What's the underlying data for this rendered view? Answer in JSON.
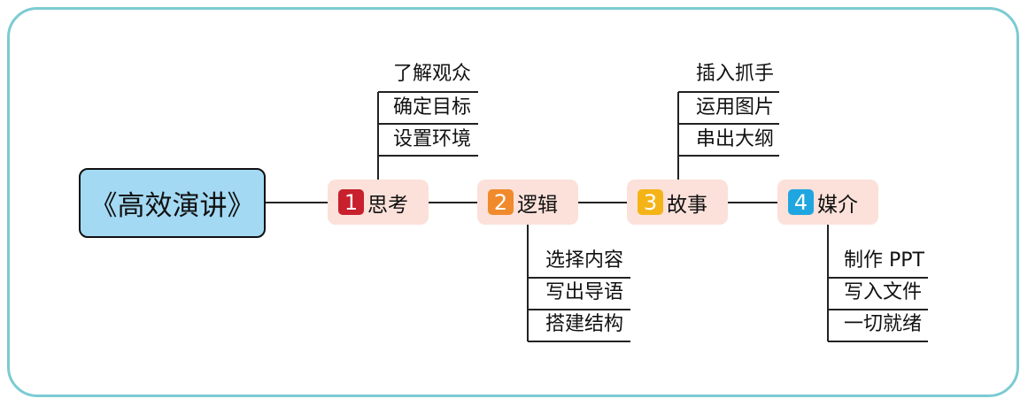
{
  "root": {
    "label": "《高效演讲》"
  },
  "nodes": [
    {
      "number": "1",
      "label": "思考",
      "badge_color": "#c8202c",
      "children": [
        "了解观众",
        "确定目标",
        "设置环境"
      ]
    },
    {
      "number": "2",
      "label": "逻辑",
      "badge_color": "#f08a2c",
      "children": [
        "选择内容",
        "写出导语",
        "搭建结构"
      ]
    },
    {
      "number": "3",
      "label": "故事",
      "badge_color": "#f4b418",
      "children": [
        "插入抓手",
        "运用图片",
        "串出大纲"
      ]
    },
    {
      "number": "4",
      "label": "媒介",
      "badge_color": "#1fa6e0",
      "children": [
        "制作 PPT",
        "写入文件",
        "一切就绪"
      ]
    }
  ],
  "colors": {
    "frame": "#7ccbd3",
    "root_fill": "#a3d9f3",
    "node_fill": "#fbe1d9"
  }
}
